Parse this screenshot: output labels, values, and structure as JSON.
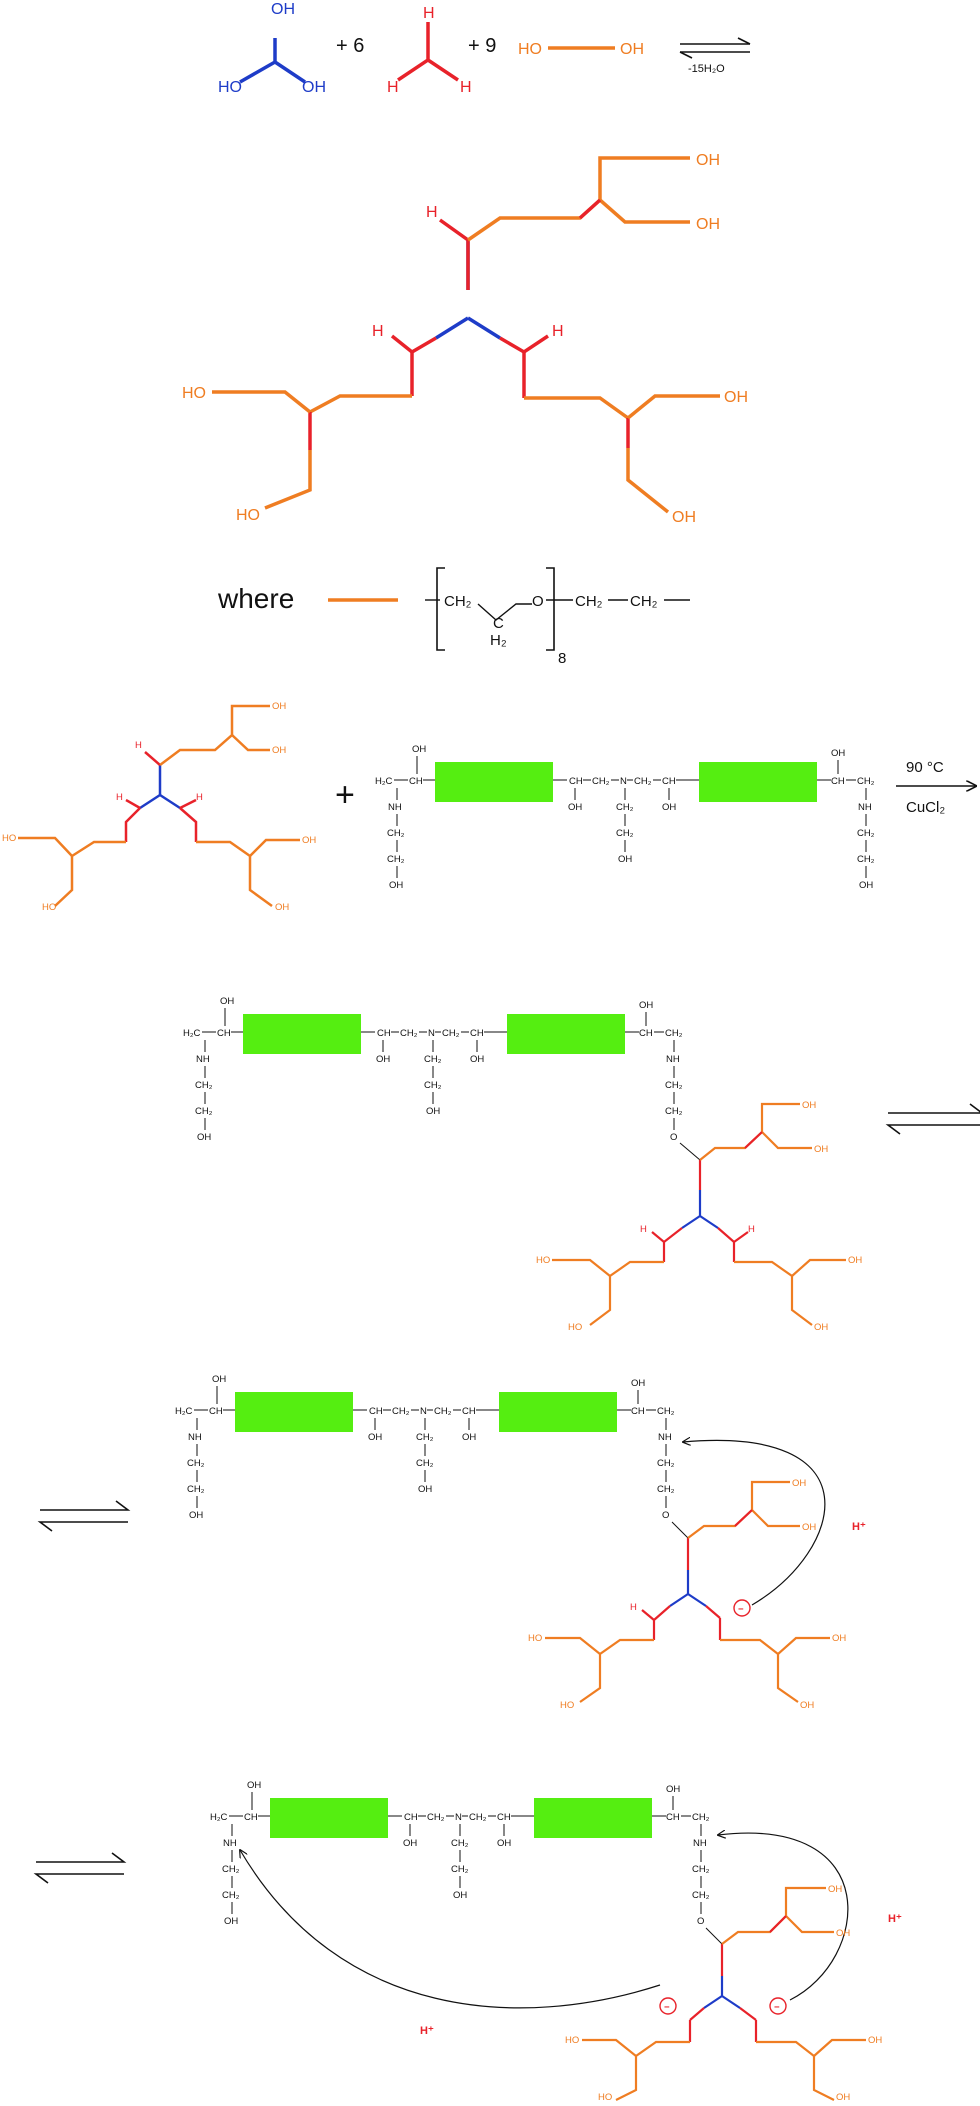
{
  "colors": {
    "polyol": "#1e3cc8",
    "methane": "#e8222a",
    "peg": "#ef7d22",
    "block": "#55ee11",
    "ink": "#111111",
    "charge": "#e8222a"
  },
  "reaction1": {
    "oh": "OH",
    "h": "H",
    "ho": "HO",
    "plus6": "+ 6",
    "plus9": "+ 9",
    "water": "-15H₂O"
  },
  "star_labels": {
    "oh": "OH",
    "ho": "HO",
    "h": "H"
  },
  "legend": {
    "where": "where",
    "ch2": "CH₂",
    "o": "O",
    "c": "C",
    "h2": "H₂",
    "repeat": "8"
  },
  "chain_labels": {
    "oh": "OH",
    "h2c": "H₂C",
    "ch": "CH",
    "ch2": "CH₂",
    "nh": "NH",
    "n": "N",
    "o": "O",
    "dash": "—"
  },
  "reaction2": {
    "plus": "+",
    "temperature": "90 °C",
    "catalyst": "CuCl₂"
  },
  "proton": "H⁺",
  "minus": "−"
}
